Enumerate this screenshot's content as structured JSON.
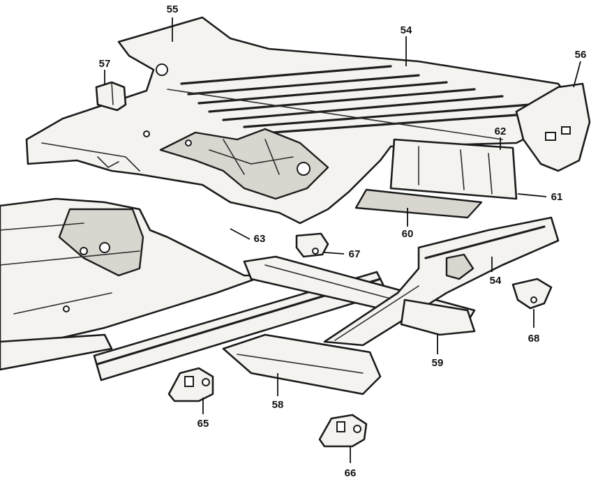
{
  "callouts": [
    {
      "id": "c55",
      "label": "55"
    },
    {
      "id": "c54a",
      "label": "54"
    },
    {
      "id": "c56",
      "label": "56"
    },
    {
      "id": "c57",
      "label": "57"
    },
    {
      "id": "c62",
      "label": "62"
    },
    {
      "id": "c61",
      "label": "61"
    },
    {
      "id": "c60",
      "label": "60"
    },
    {
      "id": "c63",
      "label": "63"
    },
    {
      "id": "c67",
      "label": "67"
    },
    {
      "id": "c54b",
      "label": "54"
    },
    {
      "id": "c68",
      "label": "68"
    },
    {
      "id": "c59",
      "label": "59"
    },
    {
      "id": "c58",
      "label": "58"
    },
    {
      "id": "c65",
      "label": "65"
    },
    {
      "id": "c66",
      "label": "66"
    }
  ]
}
